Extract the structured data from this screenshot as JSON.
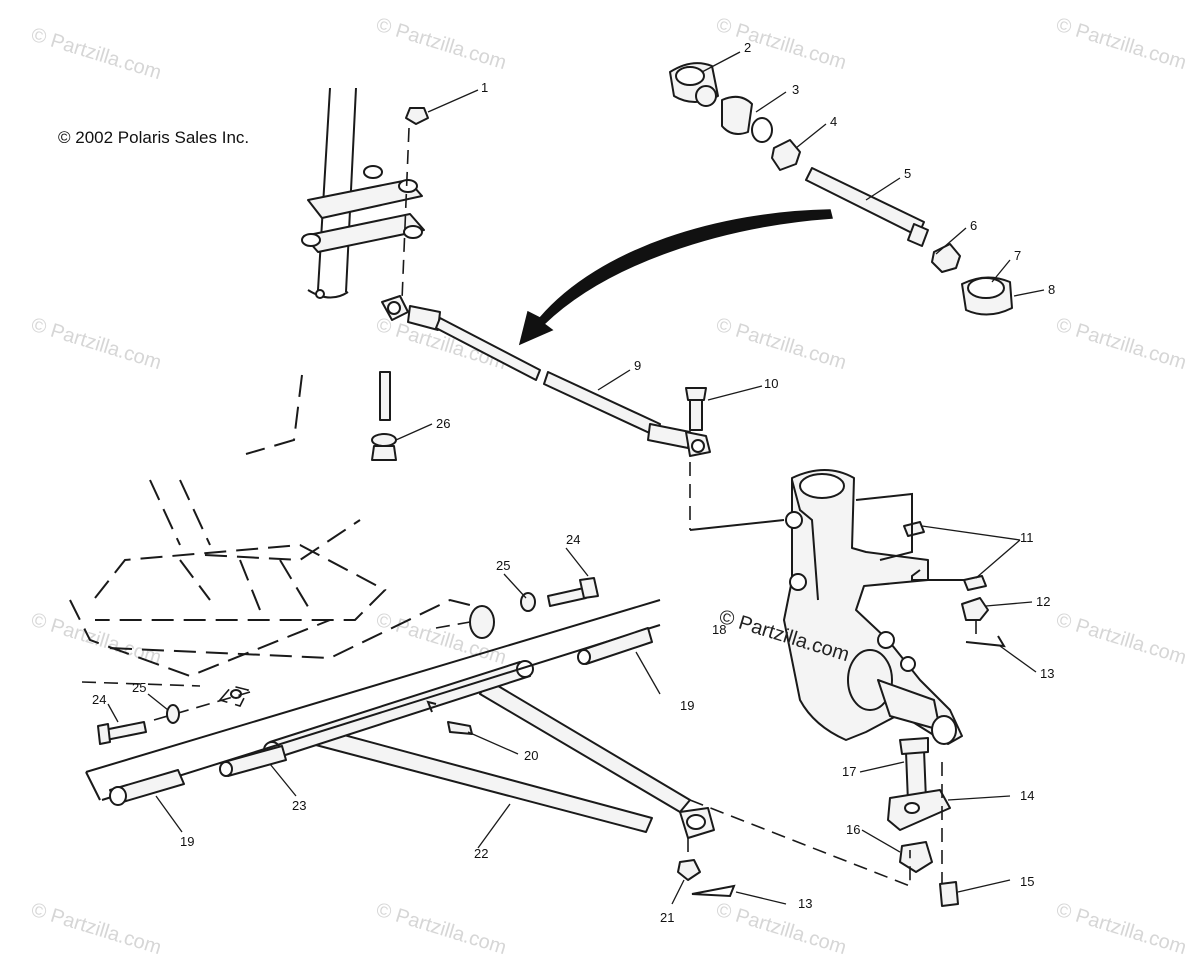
{
  "copyright": "© 2002 Polaris Sales Inc.",
  "watermark": "© Partzilla.com",
  "callouts": [
    "1",
    "2",
    "3",
    "4",
    "5",
    "6",
    "7",
    "8",
    "9",
    "10",
    "11",
    "12",
    "13",
    "14",
    "15",
    "16",
    "17",
    "18",
    "19",
    "20",
    "21",
    "22",
    "23",
    "24",
    "25",
    "26"
  ],
  "callout_13_b": "13",
  "callout_19_b": "19",
  "callout_24_b": "24",
  "callout_25_b": "25"
}
